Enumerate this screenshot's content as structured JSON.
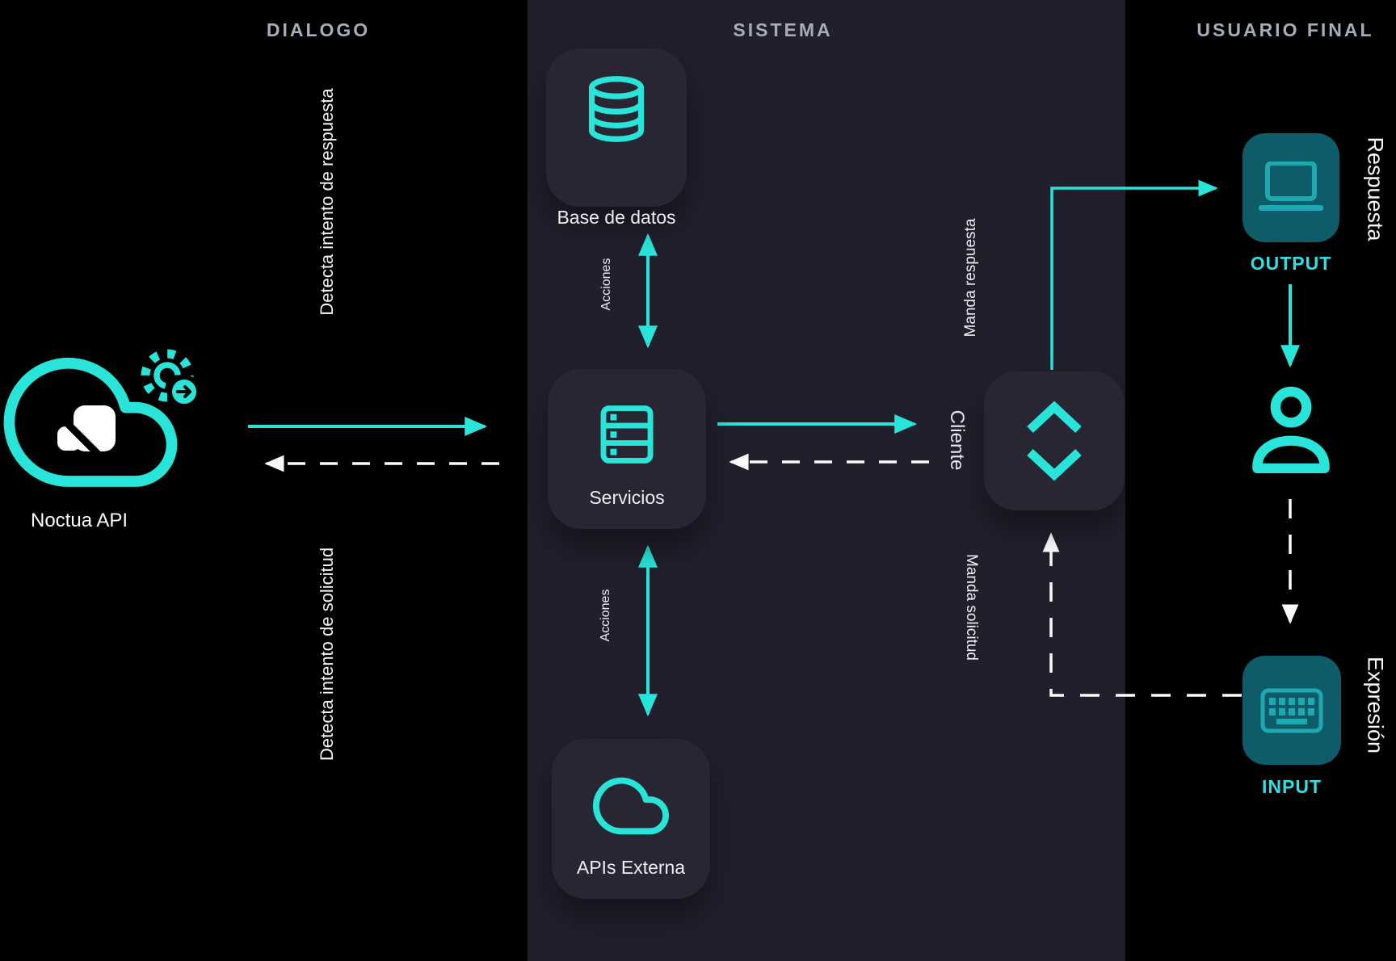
{
  "colors": {
    "accent_cyan": "#29e4d9",
    "teal_card": "#0d5c68",
    "teal_icon": "#1fa7b2",
    "panel_bg": "#221f2d",
    "inner_card_bg": "#292634",
    "header_gray": "#a7acbb",
    "dashed_white": "#fafafa"
  },
  "headers": {
    "dialogo": "DIALOGO",
    "sistema": "SISTEMA",
    "usuario_final": "USUARIO FINAL"
  },
  "noctua": {
    "label": "Noctua API"
  },
  "system": {
    "database": {
      "label": "Base de datos"
    },
    "services": {
      "label": "Servicios"
    },
    "external_apis": {
      "label": "APIs Externa"
    },
    "client": {
      "label": "Cliente"
    }
  },
  "edges": {
    "acciones_top": "Acciones",
    "acciones_bottom": "Acciones",
    "manda_respuesta": "Manda respuesta",
    "manda_solicitud": "Manda solicitud",
    "detecta_respuesta": "Detecta intento de respuesta",
    "detecta_solicitud": "Detecta intento de solicitud"
  },
  "user": {
    "output_label": "OUTPUT",
    "input_label": "INPUT",
    "respuesta": "Respuesta",
    "expresion": "Expresión"
  }
}
